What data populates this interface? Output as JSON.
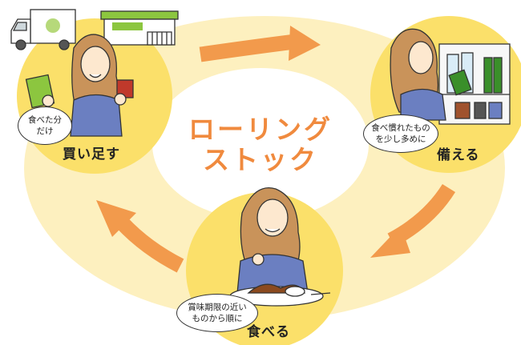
{
  "center_title": {
    "line1": "ローリング",
    "line2": "ストック"
  },
  "stages": {
    "buy": {
      "label": "買い足す",
      "bubble": [
        "食べた分",
        "だけ"
      ]
    },
    "prepare": {
      "label": "備える",
      "bubble": [
        "食べ慣れたもの",
        "を少し多めに"
      ]
    },
    "eat": {
      "label": "食べる",
      "bubble": [
        "賞味期限の近い",
        "ものから順に"
      ]
    }
  },
  "colors": {
    "ring": "#fdf0bf",
    "stage_circle": "#fbe06a",
    "arrow": "#f29a4c",
    "title": "#f08a3e",
    "store_green": "#8cc63f"
  },
  "icons": [
    "truck-icon",
    "store-icon",
    "woman-shopper-icon",
    "retort-pouch-icon",
    "can-icon",
    "pantry-shelf-icon",
    "woman-stocking-icon",
    "woman-eating-icon",
    "curry-rice-icon"
  ]
}
